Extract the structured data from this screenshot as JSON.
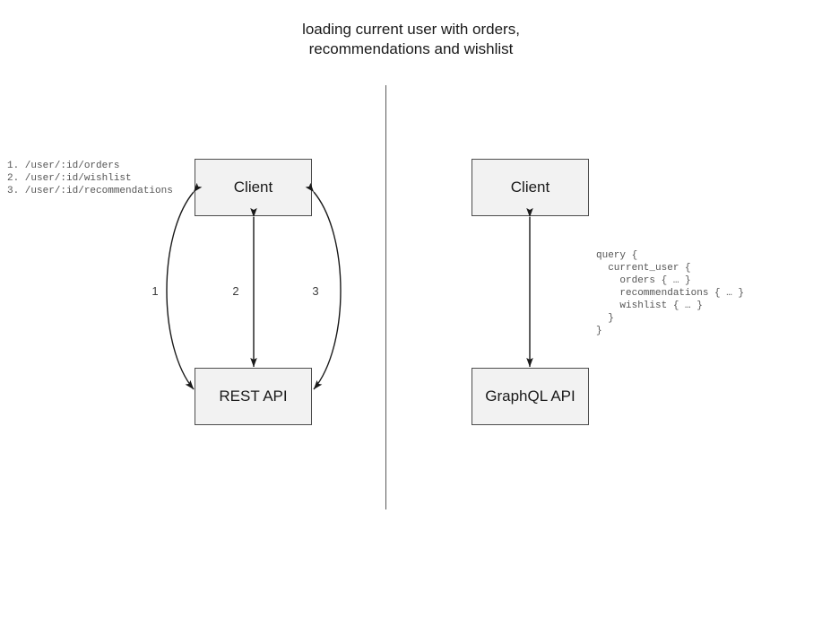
{
  "title": "loading current user with orders,\nrecommendations and wishlist",
  "divider": {
    "name": "vertical-divider"
  },
  "rest_side": {
    "client_label": "Client",
    "api_label": "REST API",
    "endpoint_list": "1. /user/:id/orders\n2. /user/:id/wishlist\n3. /user/:id/recommendations",
    "arrow_labels": [
      "1",
      "2",
      "3"
    ]
  },
  "graphql_side": {
    "client_label": "Client",
    "api_label": "GraphQL API",
    "query": "query {\n  current_user {\n    orders { … }\n    recommendations { … }\n    wishlist { … }\n  }\n}"
  },
  "colors": {
    "box_fill": "#f2f2f2",
    "box_border": "#4d4d4d",
    "arrow": "#1a1a1a",
    "divider": "#5a5a5a",
    "code_text": "#555555",
    "title_text": "#1a1a1a",
    "background": "#ffffff"
  }
}
